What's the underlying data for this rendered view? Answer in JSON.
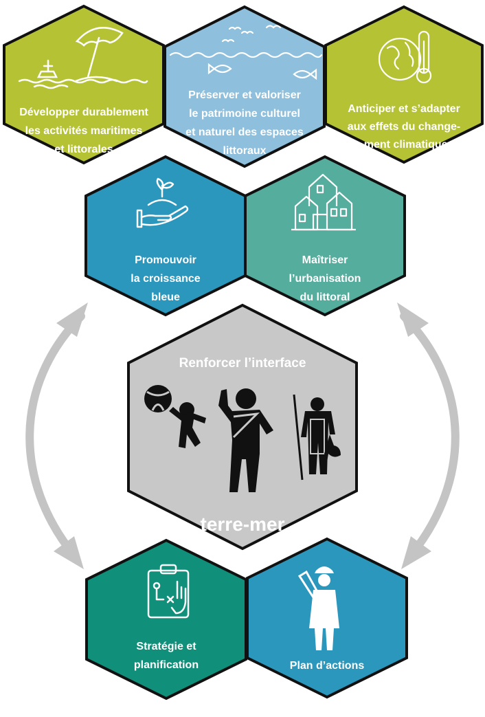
{
  "hexagons": {
    "maritime": {
      "lines": [
        "Développer durablement",
        "les activités maritimes",
        "et littorales"
      ],
      "icon": "beach-umbrella-icon",
      "color": "#b5c234"
    },
    "patrimoine": {
      "lines": [
        "Préserver et valoriser",
        "le patrimoine culturel",
        "et naturel des espaces",
        "littoraux"
      ],
      "icon": "sea-birds-fish-icon",
      "color": "#8ebfdc"
    },
    "climat": {
      "lines": [
        "Anticiper et s’adapter",
        "aux effets du change-",
        "-ment climatique"
      ],
      "icon": "globe-thermometer-icon",
      "color": "#b5c234"
    },
    "croissance": {
      "lines": [
        "Promouvoir",
        "la croissance",
        "bleue"
      ],
      "icon": "hand-seedling-icon",
      "color": "#2b97bd"
    },
    "urbanisation": {
      "lines": [
        "Maîtriser",
        "l’urbanisation",
        "du littoral"
      ],
      "icon": "houses-icon",
      "color": "#55ad9d"
    },
    "interface": {
      "title": "Renforcer l’interface",
      "subtitle": "terre-mer",
      "icon": "people-icon",
      "color": "#c8c8c8"
    },
    "strategie": {
      "lines": [
        "Stratégie et",
        "planification"
      ],
      "icon": "clipboard-plan-icon",
      "color": "#10907a"
    },
    "actions": {
      "lines": [
        "Plan d’actions"
      ],
      "icon": "engineer-icon",
      "color": "#2b97bd"
    }
  },
  "arrows": {
    "color": "#c4c4c4"
  }
}
